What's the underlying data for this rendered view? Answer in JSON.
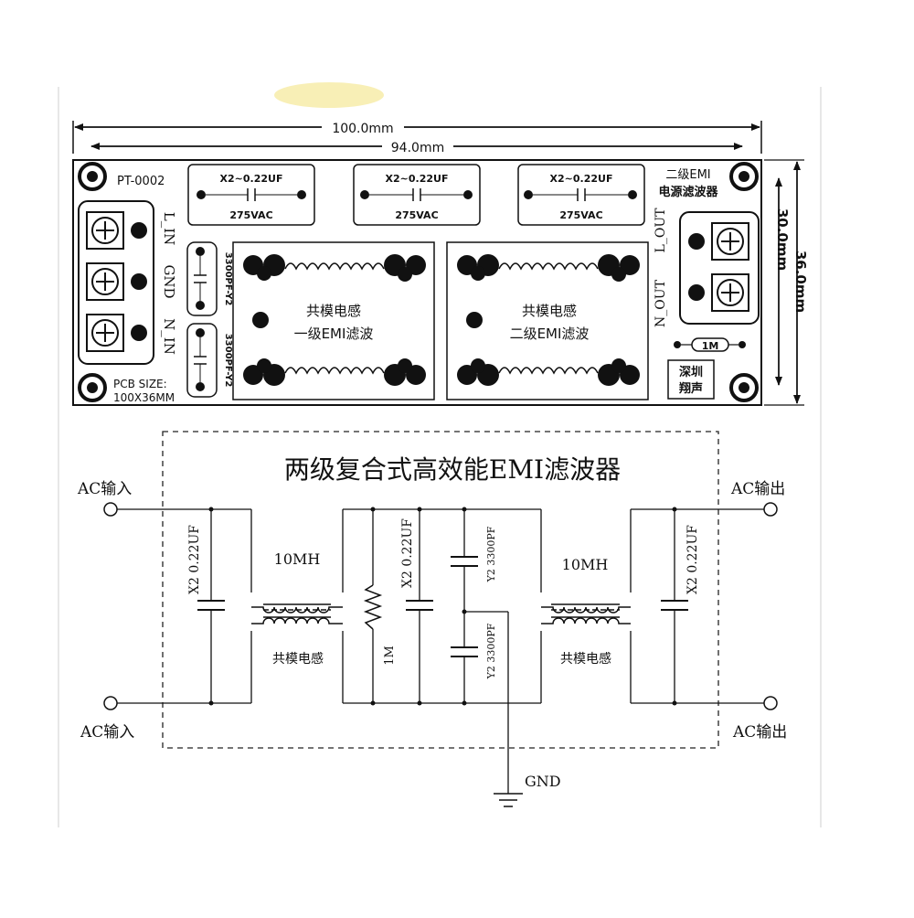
{
  "pcb": {
    "dims": {
      "width_outer": "100.0mm",
      "width_inner": "94.0mm",
      "height_inner": "30.0mm",
      "height_outer": "36.0mm"
    },
    "model": "PT-0002",
    "size_label_1": "PCB SIZE:",
    "size_label_2": "100X36MM",
    "title_right_1": "二级EMI",
    "title_right_2": "电源滤波器",
    "input_labels": [
      "L_IN",
      "GND",
      "N_IN"
    ],
    "output_labels": [
      "L_OUT",
      "N_OUT"
    ],
    "x_caps": [
      {
        "top": "X2~0.22UF",
        "bottom": "275VAC"
      },
      {
        "top": "X2~0.22UF",
        "bottom": "275VAC"
      },
      {
        "top": "X2~0.22UF",
        "bottom": "275VAC"
      }
    ],
    "y_caps": [
      "3300PF-Y2",
      "3300PF-Y2"
    ],
    "choke_1": {
      "line1": "共模电感",
      "line2": "一级EMI滤波"
    },
    "choke_2": {
      "line1": "共模电感",
      "line2": "二级EMI滤波"
    },
    "resistor": "1M",
    "brand_1": "深圳",
    "brand_2": "翔声"
  },
  "schematic": {
    "title": "两级复合式高效能EMI滤波器",
    "in_top": "AC输入",
    "in_bottom": "AC输入",
    "out_top": "AC输出",
    "out_bottom": "AC输出",
    "cap_x_left": "X2 0.22UF",
    "cap_x_mid": "X2 0.22UF",
    "cap_x_right": "X2 0.22UF",
    "cap_y_top": "Y2 3300PF",
    "cap_y_bottom": "Y2 3300PF",
    "inductor_1": "10MH",
    "inductor_2": "10MH",
    "choke_label_1": "共模电感",
    "choke_label_2": "共模电感",
    "resistor": "1M",
    "gnd": "GND"
  }
}
